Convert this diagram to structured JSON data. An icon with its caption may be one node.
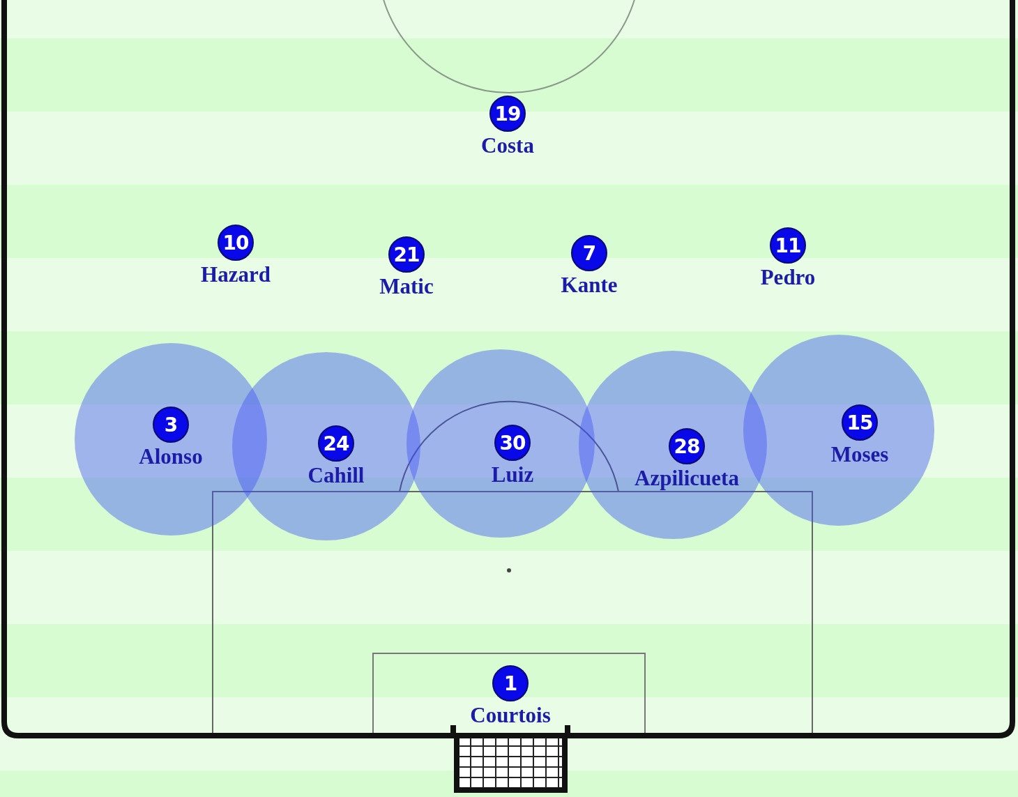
{
  "diagram": {
    "nodes": [
      {
        "text": [
          "19",
          "Costa"
        ]
      },
      {
        "text": [
          "10",
          "Hazard"
        ]
      },
      {
        "text": [
          "21",
          "Matic"
        ]
      },
      {
        "text": [
          "7",
          "Kante"
        ]
      },
      {
        "text": [
          "11",
          "Pedro"
        ]
      },
      {
        "text": [
          "3",
          "Alonso"
        ]
      },
      {
        "text": [
          "24",
          "Cahill"
        ]
      },
      {
        "text": [
          "30",
          "Luiz"
        ]
      },
      {
        "text": [
          "28",
          "Azpilicueta"
        ]
      },
      {
        "text": [
          "15",
          "Moses"
        ]
      },
      {
        "text": [
          "1",
          "Courtois"
        ]
      }
    ]
  }
}
